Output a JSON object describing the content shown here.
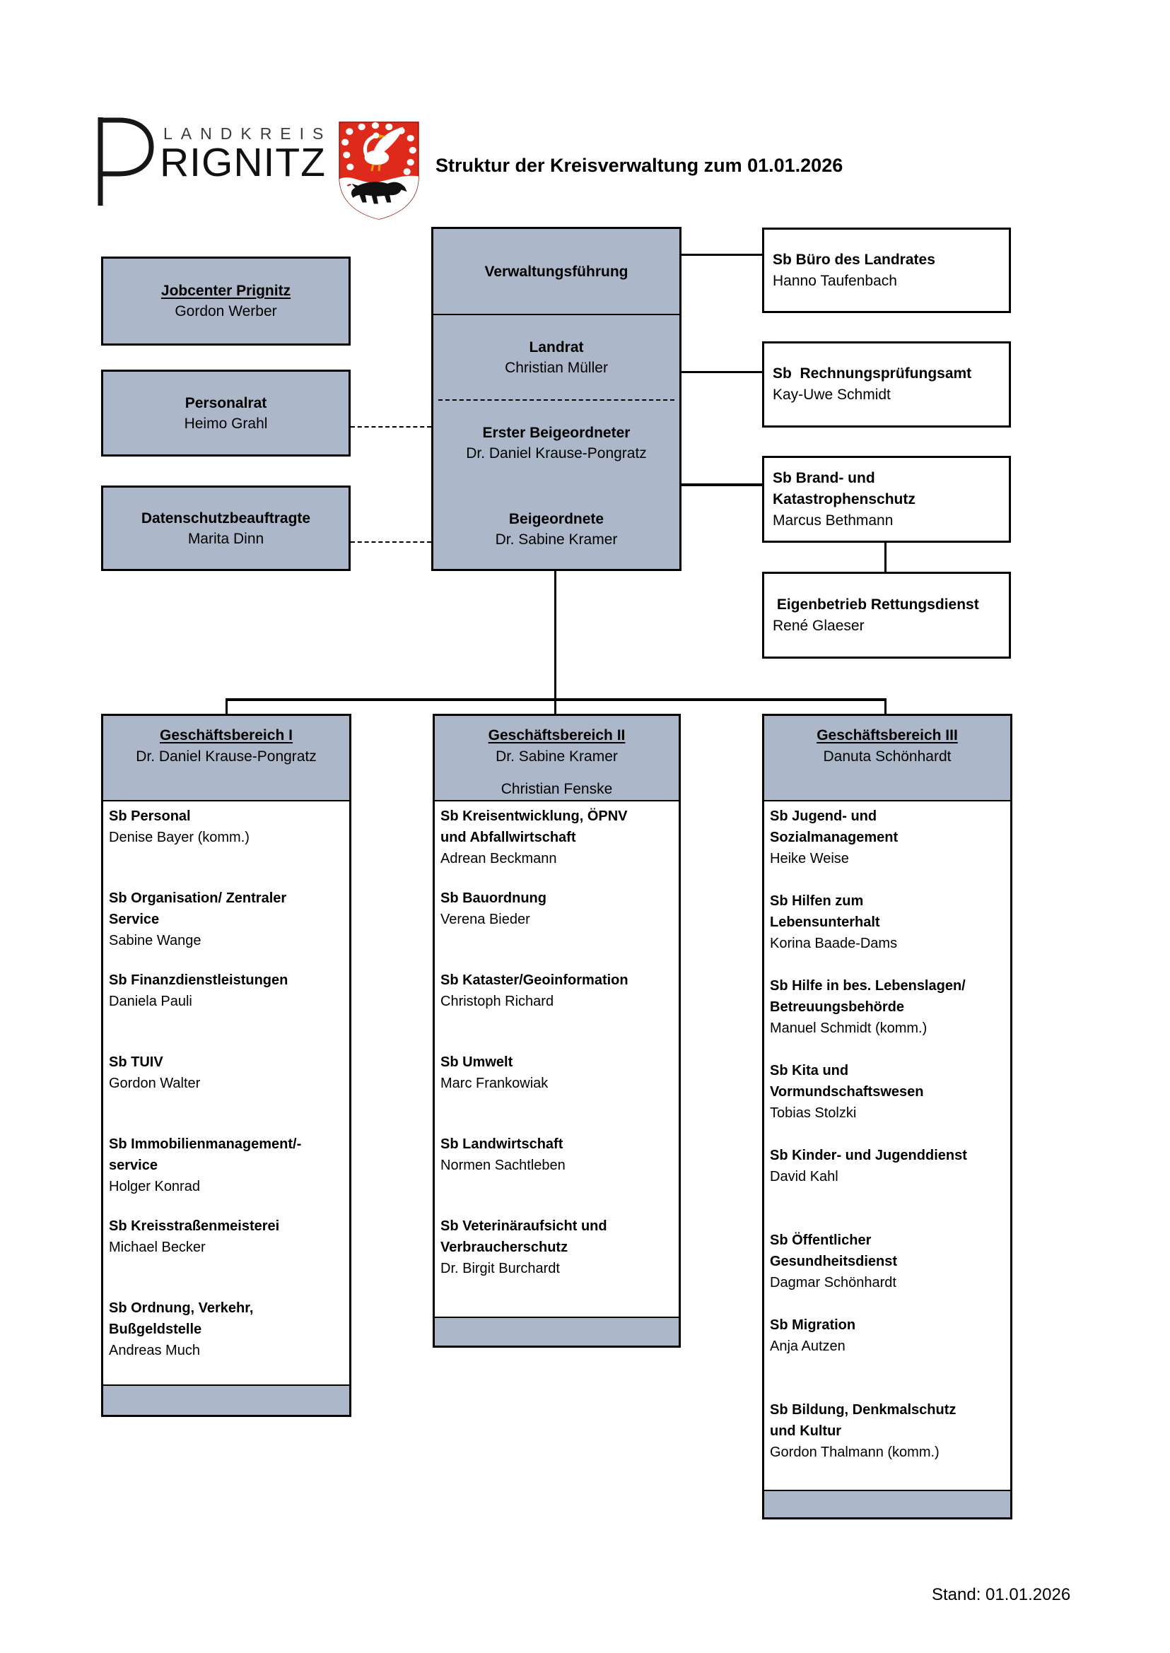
{
  "logo": {
    "kreis_word": "LANDKREIS",
    "name_word": "RIGNITZ",
    "big_letter": "P",
    "coat_of_arms": "prignitz-shield-icon"
  },
  "title": "Struktur der Kreisverwaltung zum 01.01.2026",
  "footer_note": "Stand: 01.01.2026",
  "colors": {
    "box_fill": "#ACB8C9",
    "shield_red": "#DD2A1B",
    "line_black": "#000000"
  },
  "side_boxes": [
    {
      "title": "Jobcenter Prignitz",
      "name": "Gordon Werber"
    },
    {
      "title": "Personalrat",
      "name": "Heimo Grahl"
    },
    {
      "title": "Datenschutzbeauftragte",
      "name": "Marita Dinn"
    }
  ],
  "leadership": {
    "header": "Verwaltungsführung",
    "landrat": {
      "title": "Landrat",
      "name": "Christian Müller"
    },
    "erster_beigeordneter": {
      "title": "Erster Beigeordneter",
      "name": "Dr. Daniel Krause-Pongratz"
    },
    "beigeordnete": {
      "title": "Beigeordnete",
      "name": "Dr. Sabine Kramer"
    }
  },
  "staff_boxes": [
    {
      "title": "Sb Büro des Landrates",
      "name": "Hanno Taufenbach"
    },
    {
      "title": "Sb  Rechnungsprüfungsamt",
      "name": "Kay-Uwe Schmidt"
    },
    {
      "title": "Sb Brand- und\nKatastrophenschutz",
      "name": "Marcus Bethmann"
    },
    {
      "title": " Eigenbetrieb Rettungsdienst",
      "name": "René Glaeser"
    }
  ],
  "departments": [
    {
      "header": "Geschäftsbereich I",
      "lead": "Dr. Daniel Krause-Pongratz",
      "lead2": "",
      "units": [
        {
          "title": "Sb Personal",
          "name": "Denise Bayer (komm.)"
        },
        {
          "title": "Sb Organisation/ Zentraler\nService",
          "name": "Sabine Wange"
        },
        {
          "title": "Sb Finanzdienstleistungen",
          "name": "Daniela Pauli"
        },
        {
          "title": "Sb TUIV",
          "name": "Gordon Walter"
        },
        {
          "title": "Sb Immobilienmanagement/-\nservice",
          "name": "Holger Konrad"
        },
        {
          "title": "Sb Kreisstraßenmeisterei",
          "name": "Michael Becker"
        },
        {
          "title": "Sb Ordnung, Verkehr,\nBußgeldstelle",
          "name": "Andreas Much"
        }
      ]
    },
    {
      "header": "Geschäftsbereich II",
      "lead": "Dr. Sabine Kramer",
      "lead2": "Christian Fenske",
      "units": [
        {
          "title": "Sb Kreisentwicklung, ÖPNV\nund Abfallwirtschaft",
          "name": "Adrean Beckmann"
        },
        {
          "title": "Sb Bauordnung",
          "name": "Verena Bieder"
        },
        {
          "title": "Sb Kataster/Geoinformation",
          "name": "Christoph Richard"
        },
        {
          "title": "Sb Umwelt",
          "name": "Marc Frankowiak"
        },
        {
          "title": "Sb Landwirtschaft",
          "name": "Normen Sachtleben"
        },
        {
          "title": "Sb Veterinäraufsicht und\nVerbraucherschutz",
          "name": "Dr. Birgit Burchardt"
        }
      ]
    },
    {
      "header": "Geschäftsbereich III",
      "lead": "Danuta Schönhardt",
      "lead2": "",
      "units": [
        {
          "title": "Sb Jugend- und\nSozialmanagement",
          "name": "Heike Weise"
        },
        {
          "title": "Sb Hilfen zum\nLebensunterhalt",
          "name": "Korina Baade-Dams"
        },
        {
          "title": "Sb Hilfe in bes. Lebenslagen/\nBetreuungsbehörde",
          "name": "Manuel Schmidt (komm.)"
        },
        {
          "title": "Sb Kita und\nVormundschaftswesen",
          "name": "Tobias Stolzki"
        },
        {
          "title": "Sb Kinder- und Jugenddienst",
          "name": "David Kahl"
        },
        {
          "title": "Sb Öffentlicher\nGesundheitsdienst",
          "name": "Dagmar Schönhardt"
        },
        {
          "title": "Sb Migration",
          "name": "Anja Autzen"
        },
        {
          "title": "Sb Bildung, Denkmalschutz\nund Kultur",
          "name": "Gordon Thalmann (komm.)"
        }
      ]
    }
  ]
}
